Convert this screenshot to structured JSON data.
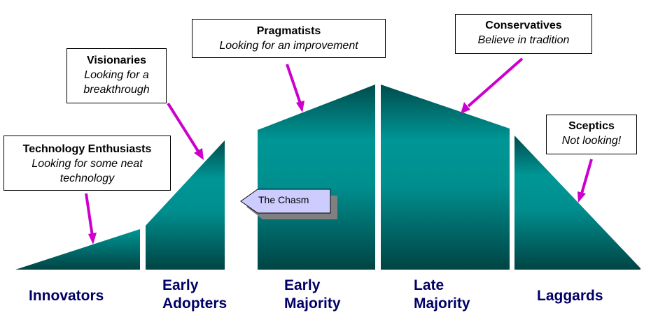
{
  "colors": {
    "shape_dark": "#004646",
    "shape_light": "#009a9a",
    "arrow": "#cc00cc",
    "label_text": "#000066",
    "chasm_fill": "#ccccff",
    "chasm_shadow": "#808080"
  },
  "callouts": [
    {
      "title": "Technology Enthusiasts",
      "subtitle_lines": [
        "Looking for some neat",
        "technology"
      ]
    },
    {
      "title": "Visionaries",
      "subtitle_lines": [
        "Looking for a",
        "breakthrough"
      ]
    },
    {
      "title": "Pragmatists",
      "subtitle_lines": [
        "Looking for an improvement"
      ]
    },
    {
      "title": "Conservatives",
      "subtitle_lines": [
        "Believe in tradition"
      ]
    },
    {
      "title": "Sceptics",
      "subtitle_lines": [
        "Not looking!"
      ]
    }
  ],
  "segments": [
    {
      "label_lines": [
        "Innovators"
      ]
    },
    {
      "label_lines": [
        "Early",
        "Adopters"
      ]
    },
    {
      "label_lines": [
        "Early",
        "Majority"
      ]
    },
    {
      "label_lines": [
        "Late",
        "Majority"
      ]
    },
    {
      "label_lines": [
        "Laggards"
      ]
    }
  ],
  "chasm": {
    "label": "The Chasm"
  }
}
